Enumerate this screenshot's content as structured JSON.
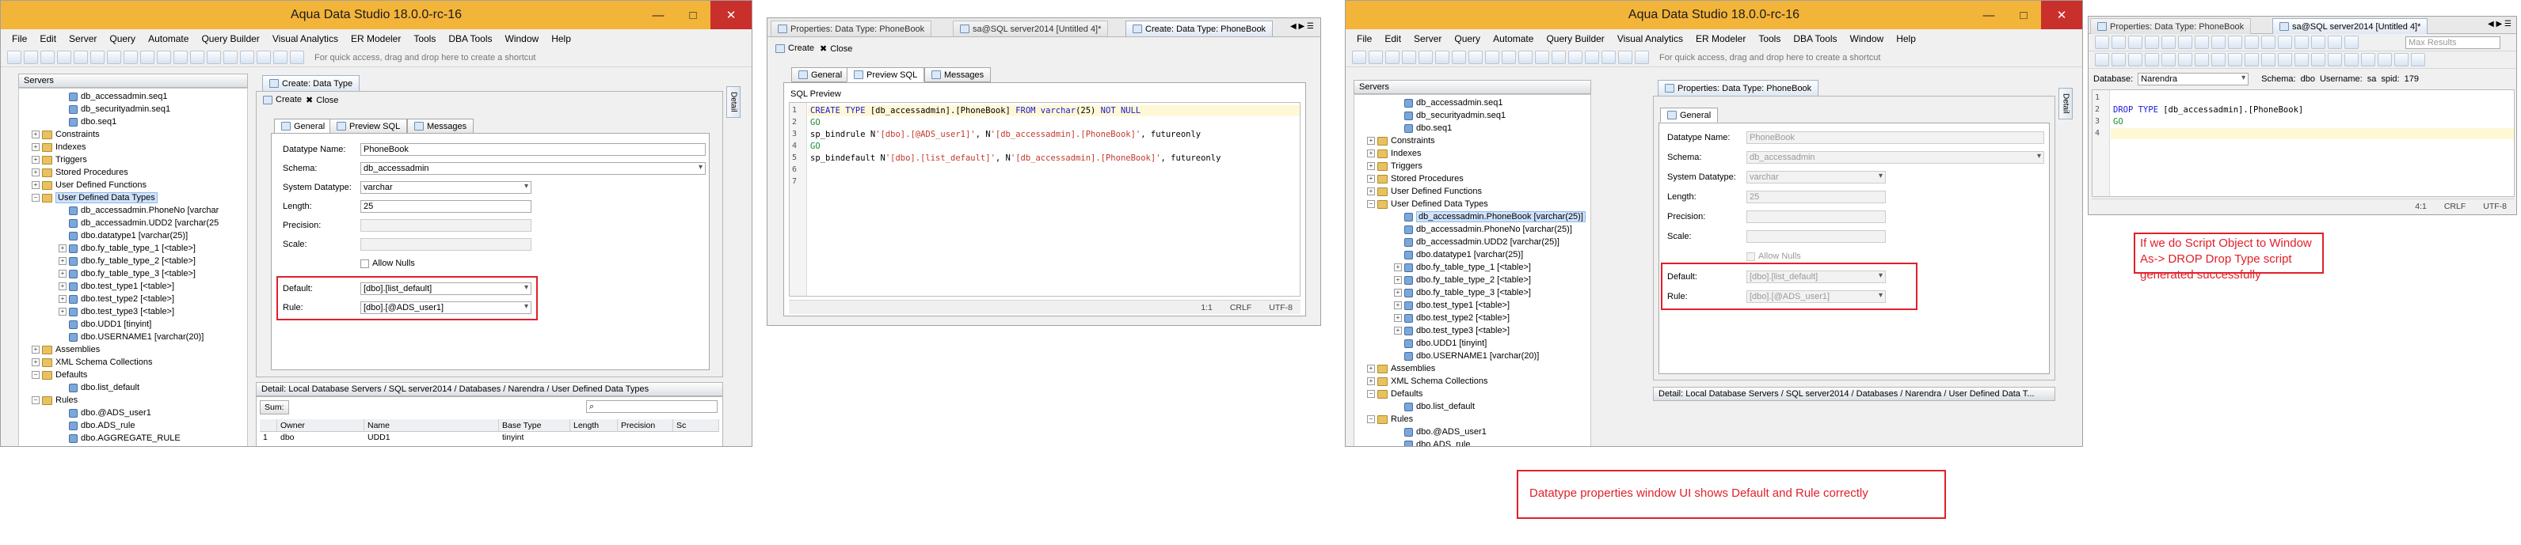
{
  "app": {
    "title": "Aqua Data Studio 18.0.0-rc-16",
    "window_controls": {
      "minimize": "—",
      "maximize": "□",
      "close": "✕"
    },
    "menu": [
      "File",
      "Edit",
      "Server",
      "Query",
      "Automate",
      "Query Builder",
      "Visual Analytics",
      "ER Modeler",
      "Tools",
      "DBA Tools",
      "Window",
      "Help"
    ],
    "dnd_hint": "For quick access, drag and drop here to create a shortcut",
    "servers_panel_title": "Servers"
  },
  "tree_left": [
    "db_accessadmin.seq1",
    "db_securityadmin.seq1",
    "dbo.seq1",
    "Constraints",
    "Indexes",
    "Triggers",
    "Stored Procedures",
    "User Defined Functions",
    "User Defined Data Types",
    "db_accessadmin.PhoneNo [varchar",
    "db_accessadmin.UDD2 [varchar(25",
    "dbo.datatype1 [varchar(25)]",
    "dbo.fy_table_type_1 [<table>]",
    "dbo.fy_table_type_2 [<table>]",
    "dbo.fy_table_type_3 [<table>]",
    "dbo.test_type1 [<table>]",
    "dbo.test_type2 [<table>]",
    "dbo.test_type3 [<table>]",
    "dbo.UDD1 [tinyint]",
    "dbo.USERNAME1 [varchar(20)]",
    "Assemblies",
    "XML Schema Collections",
    "Defaults",
    "dbo.list_default",
    "Rules",
    "dbo.@ADS_user1",
    "dbo.ADS_rule",
    "dbo.AGGREGATE_RULE"
  ],
  "tree_right": [
    "db_accessadmin.seq1",
    "db_securityadmin.seq1",
    "dbo.seq1",
    "Constraints",
    "Indexes",
    "Triggers",
    "Stored Procedures",
    "User Defined Functions",
    "User Defined Data Types",
    "db_accessadmin.PhoneBook [varchar(25)]",
    "db_accessadmin.PhoneNo [varchar(25)]",
    "db_accessadmin.UDD2 [varchar(25)]",
    "dbo.datatype1 [varchar(25)]",
    "dbo.fy_table_type_1 [<table>]",
    "dbo.fy_table_type_2 [<table>]",
    "dbo.fy_table_type_3 [<table>]",
    "dbo.test_type1 [<table>]",
    "dbo.test_type2 [<table>]",
    "dbo.test_type3 [<table>]",
    "dbo.UDD1 [tinyint]",
    "dbo.USERNAME1 [varchar(20)]",
    "Assemblies",
    "XML Schema Collections",
    "Defaults",
    "dbo.list_default",
    "Rules",
    "dbo.@ADS_user1",
    "dbo.ADS_rule"
  ],
  "editor1": {
    "tab": "Create: Data Type",
    "actions": {
      "create": "Create",
      "close": "Close"
    },
    "subtabs": [
      "General",
      "Preview SQL",
      "Messages"
    ],
    "fields": {
      "datatype_name_label": "Datatype Name:",
      "datatype_name": "PhoneBook",
      "schema_label": "Schema:",
      "schema": "db_accessadmin",
      "system_datatype_label": "System Datatype:",
      "system_datatype": "varchar",
      "length_label": "Length:",
      "length": "25",
      "precision_label": "Precision:",
      "scale_label": "Scale:",
      "allow_nulls": "Allow Nulls",
      "default_label": "Default:",
      "default": "[dbo].[list_default]",
      "rule_label": "Rule:",
      "rule": "[dbo].[@ADS_user1]"
    },
    "detail": "Detail: Local Database Servers / SQL server2014 / Databases / Narendra / User Defined Data Types",
    "sum_label": "Sum:",
    "grid_headers": [
      "Owner",
      "Name",
      "Base Type",
      "Length",
      "Precision",
      "Sc"
    ],
    "grid_row": [
      "1",
      "dbo",
      "UDD1",
      "tinyint"
    ],
    "side_tab": "Detail"
  },
  "preview_window": {
    "tabs": [
      "Properties: Data Type: PhoneBook",
      "sa@SQL server2014 [Untitled 4]*",
      "Create: Data Type: PhoneBook"
    ],
    "actions": {
      "create": "Create",
      "close": "Close"
    },
    "subtabs": [
      "General",
      "Preview SQL",
      "Messages"
    ],
    "sql_preview_label": "SQL Preview",
    "line_numbers": [
      "1",
      "2",
      "3",
      "4",
      "5",
      "6",
      "7"
    ],
    "code_lines": [
      {
        "kw1": "CREATE TYPE ",
        "t1": "[db_accessadmin].[PhoneBook] ",
        "kw2": "FROM ",
        "t2": "varchar",
        "t3": "(25) ",
        "kw3": "NOT NULL"
      },
      {
        "go": "GO"
      },
      {
        "t1": "sp_bindrule N",
        "s1": "'[dbo].[@ADS_user1]'",
        "t2": ", N",
        "s2": "'[db_accessadmin].[PhoneBook]'",
        "t3": ", futureonly"
      },
      {
        "go": "GO"
      },
      {
        "t1": "sp_bindefault N",
        "s1": "'[dbo].[list_default]'",
        "t2": ", N",
        "s2": "'[db_accessadmin].[PhoneBook]'",
        "t3": ", futureonly"
      }
    ],
    "status": {
      "pos": "1:1",
      "eol": "CRLF",
      "enc": "UTF-8"
    }
  },
  "props_window": {
    "tab": "Properties: Data Type: PhoneBook",
    "subtab": "General",
    "fields": {
      "datatype_name_label": "Datatype Name:",
      "datatype_name": "PhoneBook",
      "schema_label": "Schema:",
      "schema": "db_accessadmin",
      "system_datatype_label": "System Datatype:",
      "system_datatype": "varchar",
      "length_label": "Length:",
      "length": "25",
      "precision_label": "Precision:",
      "scale_label": "Scale:",
      "allow_nulls": "Allow Nulls",
      "default_label": "Default:",
      "default": "[dbo].[list_default]",
      "rule_label": "Rule:",
      "rule": "[dbo].[@ADS_user1]"
    },
    "detail": "Detail: Local Database Servers / SQL server2014 / Databases / Narendra / User Defined Data T...",
    "side_tab": "Detail"
  },
  "drop_window": {
    "tabs": [
      "Properties: Data Type: PhoneBook",
      "sa@SQL server2014 [Untitled 4]*"
    ],
    "search_placeholder": "Max Results",
    "database_label": "Database:",
    "database": "Narendra",
    "schema_label": "Schema:",
    "schema": "dbo",
    "username_label": "Username:",
    "username": "sa",
    "spid_label": "spid:",
    "spid": "179",
    "line_numbers": [
      "1",
      "2",
      "3",
      "4"
    ],
    "drop_kw": "DROP TYPE ",
    "drop_target": "[db_accessadmin].[PhoneBook]",
    "go": "GO",
    "status": {
      "pos": "4:1",
      "eol": "CRLF",
      "enc": "UTF-8"
    }
  },
  "annotations": {
    "drop_note": "If we do Script Object to Window As-> DROP Drop Type script generated successfully",
    "props_note": "Datatype properties window UI shows Default and Rule correctly"
  },
  "colors": {
    "titlebar": "#f3b43a",
    "close_button": "#c9302c",
    "highlight_red": "#e0202a",
    "selection": "#cfe3fb",
    "keyword": "#1a1ad6",
    "string": "#c0392b"
  }
}
